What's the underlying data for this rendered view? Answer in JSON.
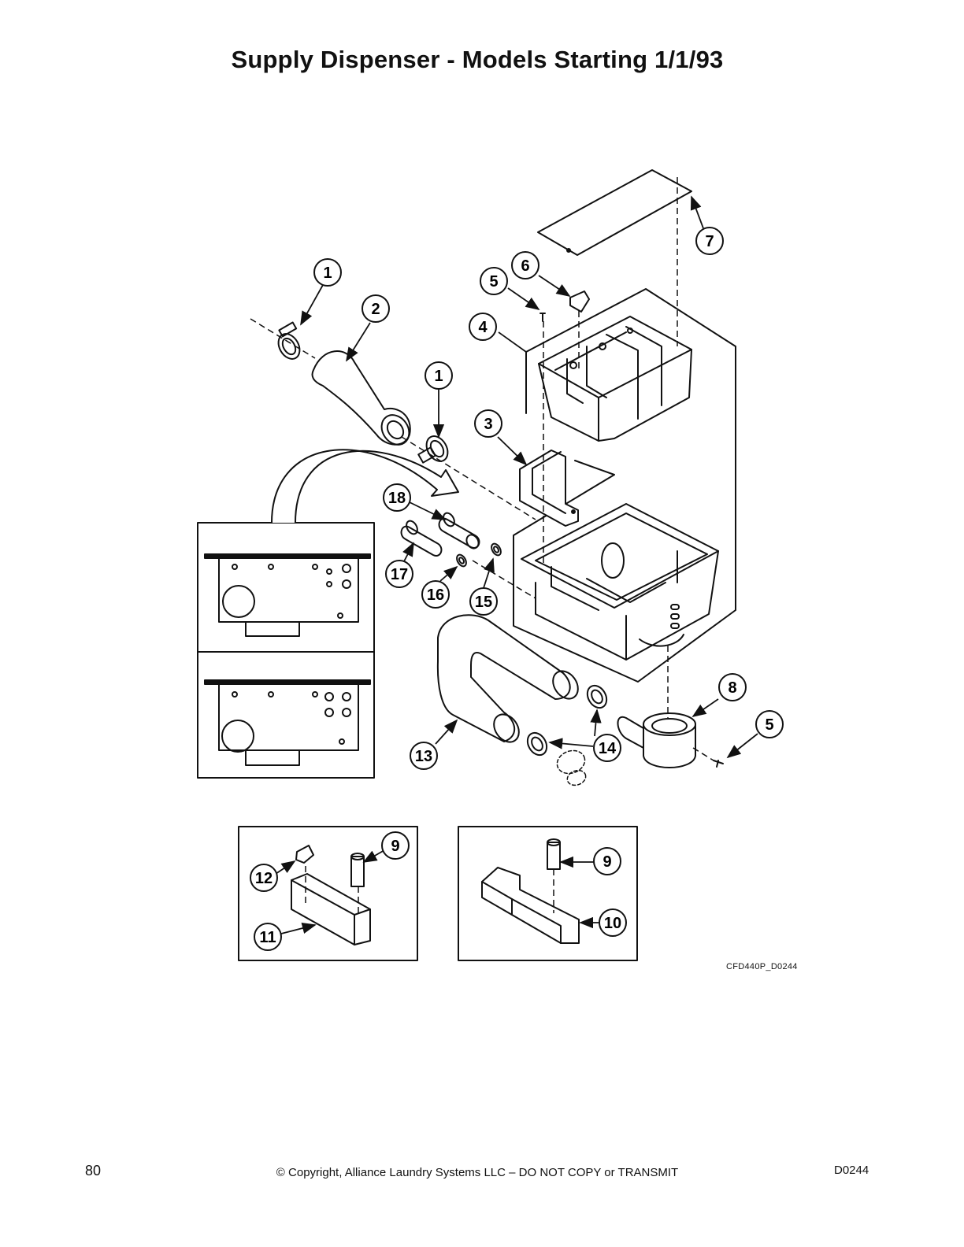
{
  "title": "Supply Dispenser - Models Starting 1/1/93",
  "drawing_id": "CFD440P_D0244",
  "callouts": [
    {
      "id": "c1a",
      "label": "1"
    },
    {
      "id": "c2",
      "label": "2"
    },
    {
      "id": "c1b",
      "label": "1"
    },
    {
      "id": "c3",
      "label": "3"
    },
    {
      "id": "c4",
      "label": "4"
    },
    {
      "id": "c5a",
      "label": "5"
    },
    {
      "id": "c6",
      "label": "6"
    },
    {
      "id": "c7",
      "label": "7"
    },
    {
      "id": "c8",
      "label": "8"
    },
    {
      "id": "c5b",
      "label": "5"
    },
    {
      "id": "c13",
      "label": "13"
    },
    {
      "id": "c14",
      "label": "14"
    },
    {
      "id": "c15",
      "label": "15"
    },
    {
      "id": "c16",
      "label": "16"
    },
    {
      "id": "c17",
      "label": "17"
    },
    {
      "id": "c18",
      "label": "18"
    },
    {
      "id": "c9a",
      "label": "9"
    },
    {
      "id": "c12",
      "label": "12"
    },
    {
      "id": "c11",
      "label": "11"
    },
    {
      "id": "c9b",
      "label": "9"
    },
    {
      "id": "c10",
      "label": "10"
    }
  ],
  "footer": {
    "page_number": "80",
    "copyright": "© Copyright, Alliance Laundry Systems LLC – DO NOT COPY or TRANSMIT",
    "code": "D0244"
  }
}
